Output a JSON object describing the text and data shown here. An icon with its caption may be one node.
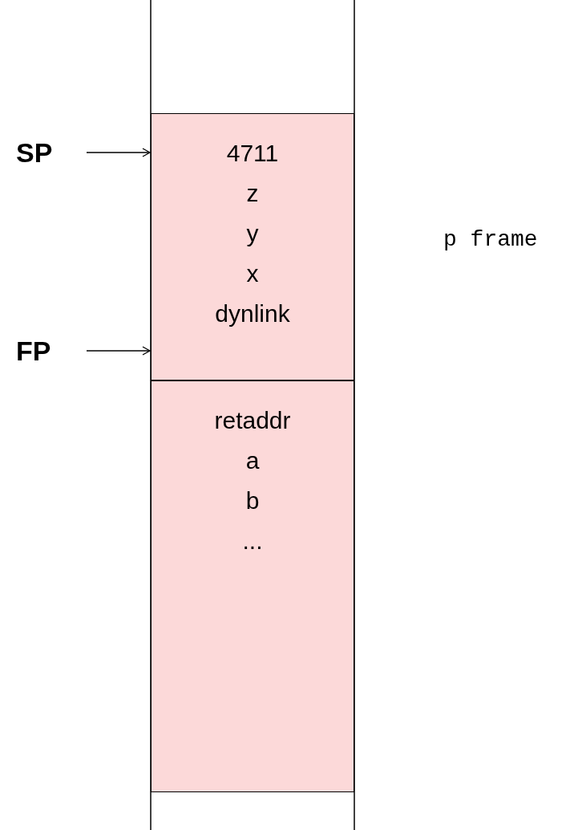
{
  "diagram": {
    "nodes": [
      {
        "text": [
          "SP"
        ]
      },
      {
        "text": [
          "FP"
        ]
      },
      {
        "text": [
          "4711",
          "z",
          "y",
          "x",
          "dynlink"
        ]
      },
      {
        "text": [
          "retaddr",
          "a",
          "b",
          "..."
        ]
      }
    ],
    "edges": [
      {
        "from": 0,
        "to": 2,
        "arrow": "to"
      },
      {
        "from": 1,
        "to": 2,
        "arrow": "to"
      }
    ],
    "labels": [
      "p frame"
    ]
  }
}
